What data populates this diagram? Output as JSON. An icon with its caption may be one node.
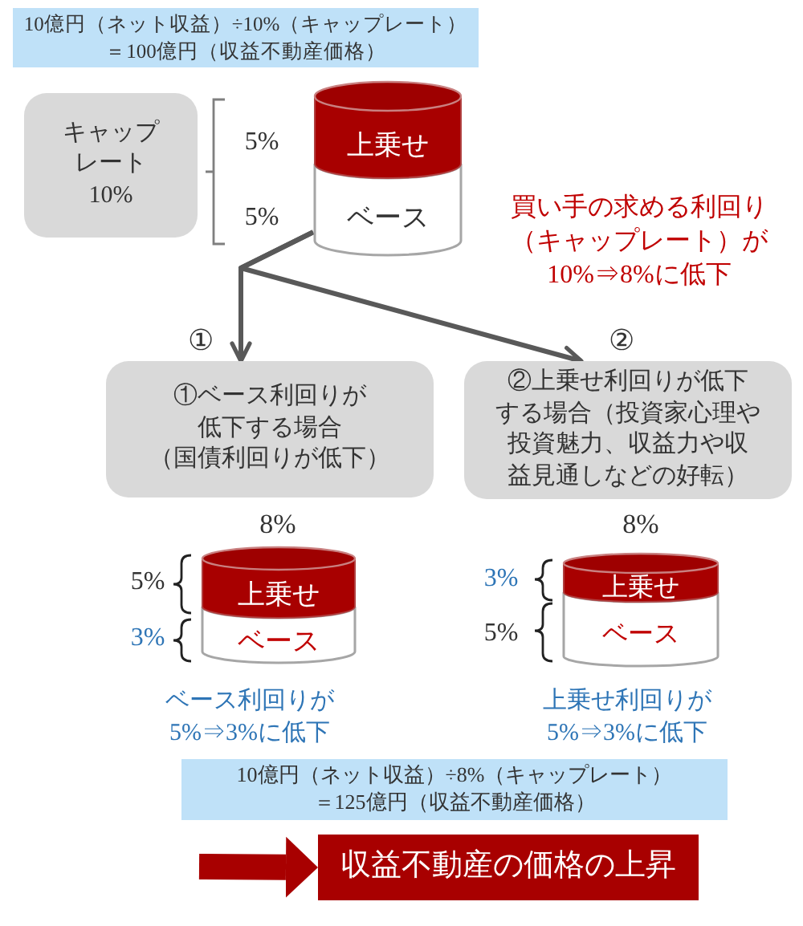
{
  "diagram": {
    "nodes": [
      {
        "text": [
          "10億円（ネット収益）÷10%（キャップレート）＝100億円（収益不動産価格）"
        ]
      },
      {
        "text": [
          "キャップレート10%"
        ]
      },
      {
        "text": [
          "上乗せ",
          "ベース"
        ]
      },
      {
        "text": [
          "①ベース利回りが低下する場合（国債利回りが低下）"
        ],
        "beside": [
          "①"
        ]
      },
      {
        "text": [
          "②上乗せ利回りが低下する場合（投資家心理や投資魅力、収益力や収益見通しなどの好転）"
        ],
        "beside": [
          "②"
        ]
      },
      {
        "text": [
          "上乗せ",
          "ベース"
        ],
        "beside": [
          "8%"
        ]
      },
      {
        "text": [
          "上乗せ",
          "ベース"
        ],
        "beside": [
          "8%"
        ]
      },
      {
        "text": [
          "10億円（ネット収益）÷8%（キャップレート）＝125億円（収益不動産価格）"
        ]
      },
      {
        "text": [
          "収益不動産の価格の上昇"
        ]
      }
    ],
    "edges": [
      {
        "from": 2,
        "to": 3,
        "arrow": "to"
      },
      {
        "from": 2,
        "to": 4,
        "arrow": "to"
      },
      {
        "from": null,
        "to": 8,
        "arrow": "to",
        "style": "thick",
        "color": "#a80000"
      }
    ],
    "labels": [
      "5%",
      "5%",
      "買い手の求める利回り（キャップレート）が10%⇒8%に低下",
      "5%",
      "3%",
      "3%",
      "5%",
      "ベース利回りが5%⇒3%に低下",
      "上乗せ利回りが5%⇒3%に低下"
    ]
  }
}
